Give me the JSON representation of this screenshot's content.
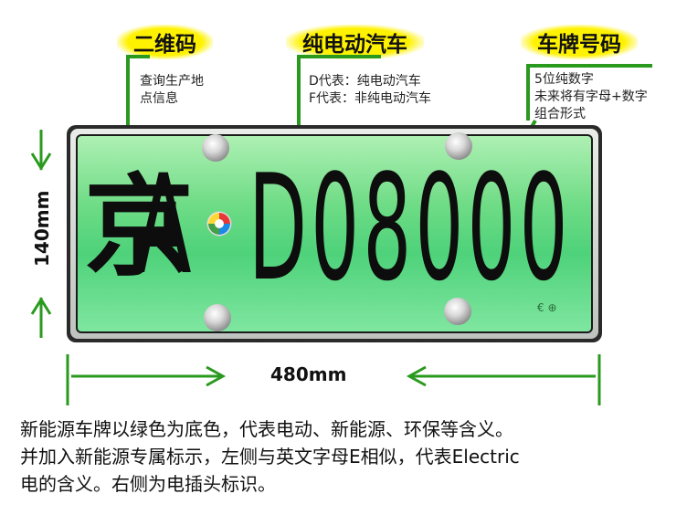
{
  "headers": {
    "qr_code": "二维码",
    "ev": "纯电动汽车",
    "plate_number": "车牌号码"
  },
  "notes": {
    "qr_code": [
      "查询生产地",
      "点信息"
    ],
    "ev": [
      "D代表：纯电动汽车",
      "F代表：非纯电动汽车"
    ],
    "plate_number": [
      "5位纯数字",
      "未来将有字母+数字",
      "组合形式"
    ]
  },
  "plate": {
    "province": "京",
    "city_letter": "A",
    "number": "D08000",
    "mark": "€ ⊕"
  },
  "dimensions": {
    "height": "140mm",
    "width": "480mm"
  },
  "description": [
    "新能源车牌以绿色为底色，代表电动、新能源、环保等含义。",
    "并加入新能源专属标示，左侧与英文字母E相似，代表Electric",
    "电的含义。右侧为电插头标识。"
  ],
  "colors": {
    "pointer_line": "#2a9a1e",
    "plate_green": "#4ed27a",
    "header_highlight": "#fff200"
  }
}
